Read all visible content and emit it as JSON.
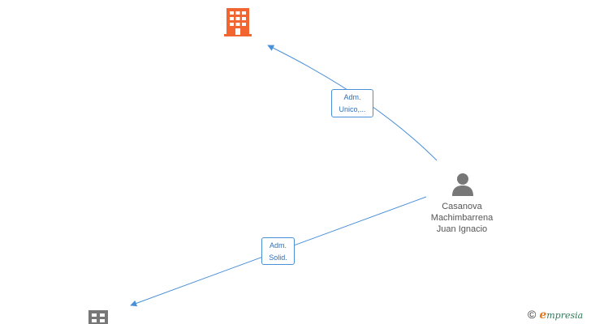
{
  "nodes": {
    "company_top": {
      "type": "company",
      "color": "#f26531",
      "icon": "building-icon"
    },
    "company_bottom": {
      "type": "company",
      "color": "#777777",
      "icon": "building-icon"
    },
    "person": {
      "type": "person",
      "icon": "person-icon",
      "color": "#777777",
      "name_lines": [
        "Casanova",
        "Machimbarrena",
        "Juan Ignacio"
      ]
    }
  },
  "edges": [
    {
      "label_lines": [
        "Adm.",
        "Unico,..."
      ],
      "color": "#4a90d9"
    },
    {
      "label_lines": [
        "Adm.",
        "Solid."
      ],
      "color": "#4a90d9"
    }
  ],
  "brand": {
    "copyright": "©",
    "initial": "e",
    "rest": "mpresia"
  }
}
